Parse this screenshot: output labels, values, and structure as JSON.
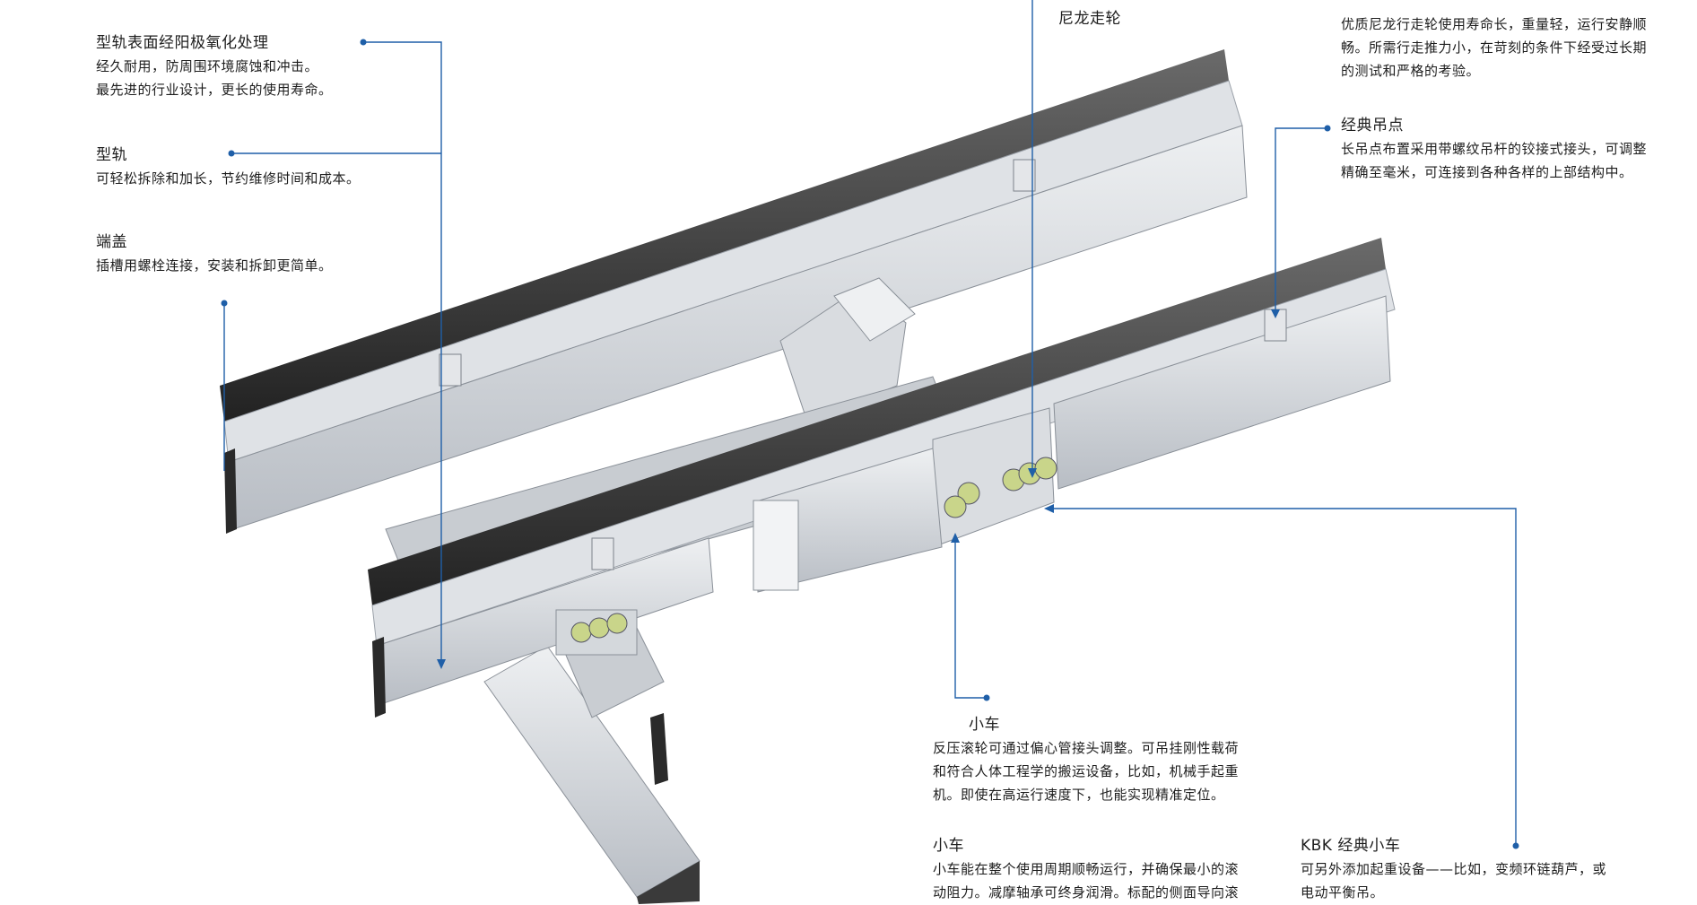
{
  "colors": {
    "leader": "#1f5fa8",
    "rail": "#b9bfc7",
    "rail_dark": "#2b2b2b",
    "beam": "#cfd3d8"
  },
  "callouts": {
    "anodized": {
      "title": "型轨表面经阳极氧化处理",
      "lines": [
        "经久耐用，防周围环境腐蚀和冲击。",
        "最先进的行业设计，更长的使用寿命。"
      ]
    },
    "rail": {
      "title": "型轨",
      "lines": [
        "可轻松拆除和加长，节约维修时间和成本。"
      ]
    },
    "endcap": {
      "title": "端盖",
      "lines": [
        "插槽用螺栓连接，安装和拆卸更简单。"
      ]
    },
    "nylon_wheel": {
      "title": "尼龙走轮"
    },
    "nylon_desc": {
      "lines": [
        "优质尼龙行走轮使用寿命长，重量轻，运行安静顺",
        "畅。所需行走推力小，在苛刻的条件下经受过长期",
        "的测试和严格的考验。"
      ]
    },
    "hanger": {
      "title": "经典吊点",
      "lines": [
        "长吊点布置采用带螺纹吊杆的铰接式接头，可调整",
        "精确至毫米，可连接到各种各样的上部结构中。"
      ]
    },
    "trolley1": {
      "title": "小车",
      "lines": [
        "反压滚轮可通过偏心管接头调整。可吊挂刚性载荷",
        "和符合人体工程学的搬运设备，比如，机械手起重",
        "机。即使在高运行速度下，也能实现精准定位。"
      ]
    },
    "trolley2": {
      "title": "小车",
      "lines": [
        "小车能在整个使用周期顺畅运行，并确保最小的滚",
        "动阻力。减摩轴承可终身润滑。标配的侧面导向滚"
      ]
    },
    "kbk": {
      "title": "KBK  经典小车",
      "lines": [
        "可另外添加起重设备——比如，变频环链葫芦，或",
        "电动平衡吊。"
      ]
    }
  }
}
